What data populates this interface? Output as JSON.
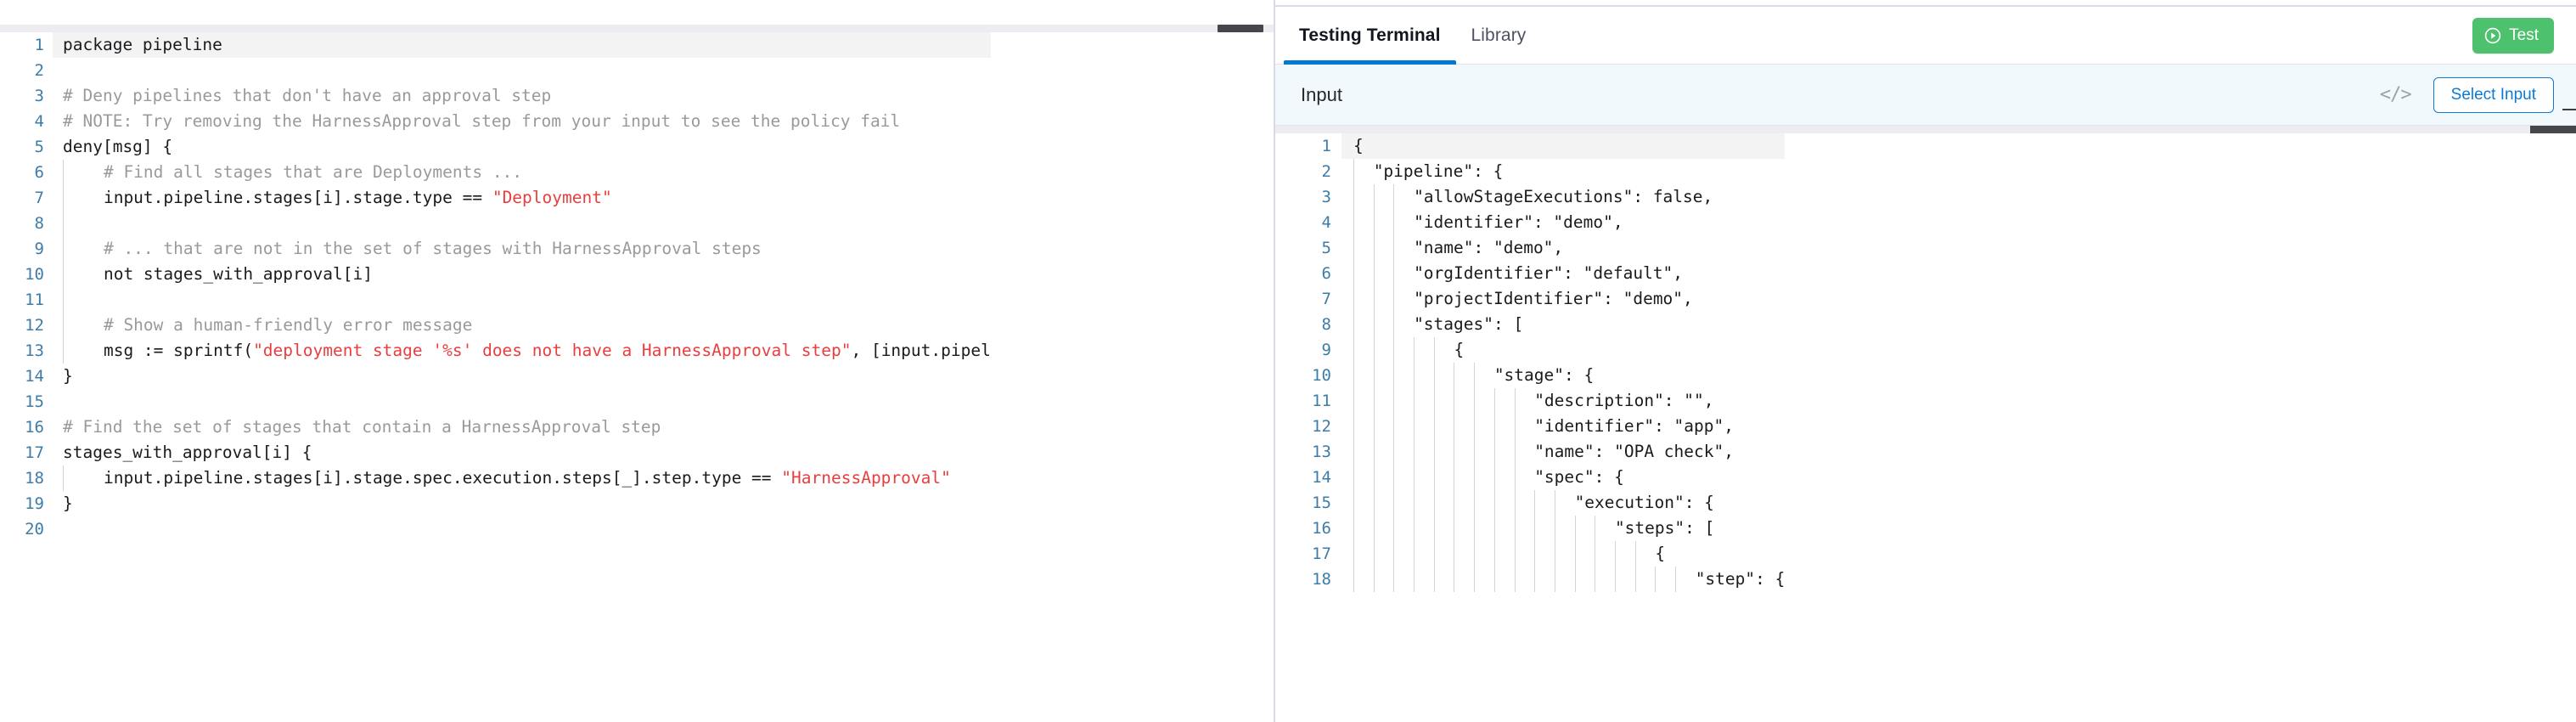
{
  "editor": {
    "language": "rego",
    "collapse_icon": "minimize-icon",
    "active_line": 1,
    "lines": [
      {
        "n": "1",
        "indent": 0,
        "tokens": [
          {
            "t": "plain",
            "s": "package pipeline"
          }
        ]
      },
      {
        "n": "2",
        "indent": 0,
        "tokens": []
      },
      {
        "n": "3",
        "indent": 0,
        "tokens": [
          {
            "t": "comment",
            "s": "# Deny pipelines that don't have an approval step"
          }
        ]
      },
      {
        "n": "4",
        "indent": 0,
        "tokens": [
          {
            "t": "comment",
            "s": "# NOTE: Try removing the HarnessApproval step from your input to see the policy fail"
          }
        ]
      },
      {
        "n": "5",
        "indent": 0,
        "tokens": [
          {
            "t": "plain",
            "s": "deny[msg] {"
          }
        ]
      },
      {
        "n": "6",
        "indent": 1,
        "tokens": [
          {
            "t": "comment",
            "s": "    # Find all stages that are Deployments ..."
          }
        ]
      },
      {
        "n": "7",
        "indent": 1,
        "tokens": [
          {
            "t": "plain",
            "s": "    input.pipeline.stages[i].stage.type == "
          },
          {
            "t": "string",
            "s": "\"Deployment\""
          }
        ]
      },
      {
        "n": "8",
        "indent": 1,
        "tokens": []
      },
      {
        "n": "9",
        "indent": 1,
        "tokens": [
          {
            "t": "comment",
            "s": "    # ... that are not in the set of stages with HarnessApproval steps"
          }
        ]
      },
      {
        "n": "10",
        "indent": 1,
        "tokens": [
          {
            "t": "plain",
            "s": "    not stages_with_approval[i]"
          }
        ]
      },
      {
        "n": "11",
        "indent": 1,
        "tokens": []
      },
      {
        "n": "12",
        "indent": 1,
        "tokens": [
          {
            "t": "comment",
            "s": "    # Show a human-friendly error message"
          }
        ]
      },
      {
        "n": "13",
        "indent": 1,
        "tokens": [
          {
            "t": "plain",
            "s": "    msg := sprintf("
          },
          {
            "t": "string",
            "s": "\"deployment stage '%s' does not have a HarnessApproval step\""
          },
          {
            "t": "plain",
            "s": ", [input.pipel"
          }
        ]
      },
      {
        "n": "14",
        "indent": 0,
        "tokens": [
          {
            "t": "plain",
            "s": "}"
          }
        ]
      },
      {
        "n": "15",
        "indent": 0,
        "tokens": []
      },
      {
        "n": "16",
        "indent": 0,
        "tokens": [
          {
            "t": "comment",
            "s": "# Find the set of stages that contain a HarnessApproval step"
          }
        ]
      },
      {
        "n": "17",
        "indent": 0,
        "tokens": [
          {
            "t": "plain",
            "s": "stages_with_approval[i] {"
          }
        ]
      },
      {
        "n": "18",
        "indent": 1,
        "tokens": [
          {
            "t": "plain",
            "s": "    input.pipeline.stages[i].stage.spec.execution.steps[_].step.type == "
          },
          {
            "t": "string",
            "s": "\"HarnessApproval\""
          }
        ]
      },
      {
        "n": "19",
        "indent": 0,
        "tokens": [
          {
            "t": "plain",
            "s": "}"
          }
        ]
      },
      {
        "n": "20",
        "indent": 0,
        "tokens": []
      }
    ]
  },
  "terminal": {
    "tabs": [
      {
        "label": "Testing Terminal",
        "active": true
      },
      {
        "label": "Library",
        "active": false
      }
    ],
    "test_button": {
      "label": "Test",
      "icon": "play-circle-icon",
      "color": "#4dc16e"
    },
    "input_bar": {
      "label": "Input",
      "code_toggle_icon": "code-brackets-icon",
      "code_toggle_glyph": "</>",
      "select_input_label": "Select Input",
      "accent": "#0b7ad4",
      "background": "#f1f9fd"
    },
    "json": {
      "active_line": 1,
      "lines": [
        {
          "n": "1",
          "indent": 0,
          "text": "{"
        },
        {
          "n": "2",
          "indent": 1,
          "text": "    \"pipeline\": {"
        },
        {
          "n": "3",
          "indent": 3,
          "text": "        \"allowStageExecutions\": false,"
        },
        {
          "n": "4",
          "indent": 3,
          "text": "        \"identifier\": \"demo\","
        },
        {
          "n": "5",
          "indent": 3,
          "text": "        \"name\": \"demo\","
        },
        {
          "n": "6",
          "indent": 3,
          "text": "        \"orgIdentifier\": \"default\","
        },
        {
          "n": "7",
          "indent": 3,
          "text": "        \"projectIdentifier\": \"demo\","
        },
        {
          "n": "8",
          "indent": 3,
          "text": "        \"stages\": ["
        },
        {
          "n": "9",
          "indent": 5,
          "text": "            {"
        },
        {
          "n": "10",
          "indent": 7,
          "text": "                \"stage\": {"
        },
        {
          "n": "11",
          "indent": 9,
          "text": "                    \"description\": \"\","
        },
        {
          "n": "12",
          "indent": 9,
          "text": "                    \"identifier\": \"app\","
        },
        {
          "n": "13",
          "indent": 9,
          "text": "                    \"name\": \"OPA check\","
        },
        {
          "n": "14",
          "indent": 9,
          "text": "                    \"spec\": {"
        },
        {
          "n": "15",
          "indent": 11,
          "text": "                        \"execution\": {"
        },
        {
          "n": "16",
          "indent": 13,
          "text": "                            \"steps\": ["
        },
        {
          "n": "17",
          "indent": 15,
          "text": "                                {"
        },
        {
          "n": "18",
          "indent": 17,
          "text": "                                    \"step\": {"
        }
      ]
    }
  }
}
